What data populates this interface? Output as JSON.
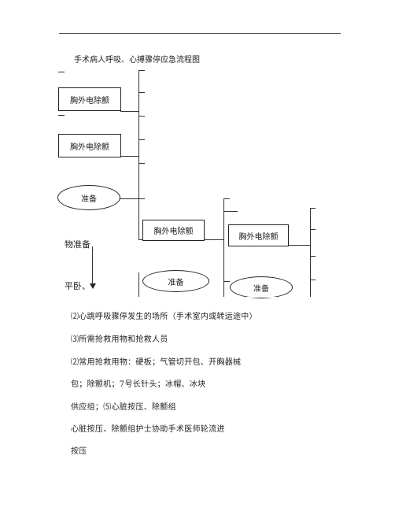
{
  "document": {
    "title": "手术病人呼吸、心搏骤停应急流程图"
  },
  "flowchart": {
    "box_1": "胸外电除颤",
    "box_2": "胸外电除颤",
    "ellipse_1": "准备",
    "box_3": "胸外电除颤",
    "box_4": "胸外电除颤",
    "ellipse_2": "准备",
    "ellipse_3": "准备",
    "left_text_1": "物准备",
    "left_text_2": "平卧、"
  },
  "paragraphs": [
    "⑵心跳呼吸骤停发生的场所（手术室内或转运途中）",
    "⑶所需抢救用物和抢救人员",
    "⑵常用抢救用物：硬板；气管切开包、开胸器械",
    "包；除颤机；7号长针头；冰帽、冰块",
    "供应组；⑸心脏按压、除颤组",
    "心脏按压、除颤组护士协助手术医师轮流进",
    "按压"
  ]
}
